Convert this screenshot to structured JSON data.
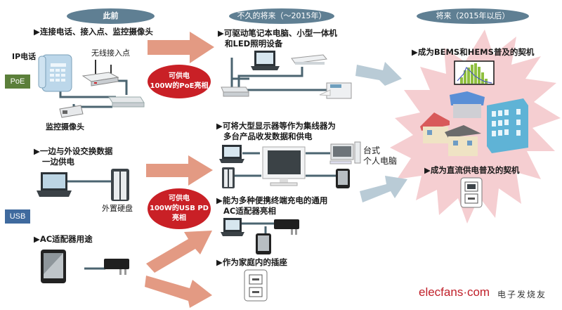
{
  "headers": {
    "past": "此前",
    "near_future": "不久的将来（～2015年）",
    "future": "将来（2015年以后）"
  },
  "tags": {
    "poe": "PoE",
    "usb": "USB"
  },
  "past": {
    "poe_bullet": "▶连接电话、接入点、监控摄像头",
    "ip_phone_label": "IP电话",
    "access_point_label": "无线接入点",
    "camera_label": "监控摄像头",
    "usb_bullet_line1": "▶一边与外设交换数据",
    "usb_bullet_line2": "一边供电",
    "hdd_label": "外置硬盘",
    "ac_bullet": "▶AC适配器用途"
  },
  "ovals": {
    "poe_line1": "可供电",
    "poe_line2": "100W的PoE亮相",
    "usb_line1": "可供电",
    "usb_line2": "100W的USB PD",
    "usb_line3": "亮相"
  },
  "near_future": {
    "poe_bullet_line1": "▶可驱动笔记本电脑、小型一体机",
    "poe_bullet_line2": "和LED照明设备",
    "hub_bullet_line1": "▶可将大型显示器等作为集线器为",
    "hub_bullet_line2": "多台产品收发数据和供电",
    "desktop_label_line1": "台式",
    "desktop_label_line2": "个人电脑",
    "adapter_bullet_line1": "▶能为多种便携终端充电的通用",
    "adapter_bullet_line2": "AC适配器亮相",
    "outlet_bullet": "▶作为家庭内的插座"
  },
  "future": {
    "bems_bullet": "▶成为BEMS和HEMS普及的契机",
    "dc_bullet": "▶成为直流供电普及的契机"
  },
  "watermark": {
    "logo": "elecfans·com",
    "cn": "电子发烧友"
  },
  "colors": {
    "pill": "#5f7f93",
    "poe_tag": "#5b7f3a",
    "usb_tag": "#3f6a9e",
    "oval": "#c92026",
    "arrow_salmon": "#e39a83",
    "arrow_blue": "#b9cbd6",
    "burst": "#f2c3c6",
    "cable": "#4b6470"
  }
}
